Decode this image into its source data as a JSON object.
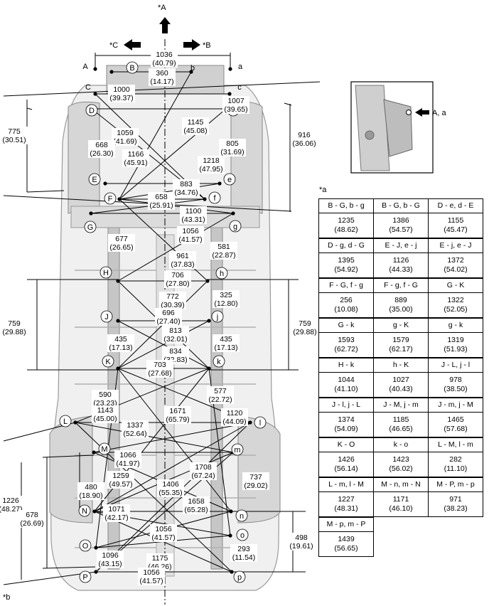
{
  "directions": {
    "a": "*A",
    "b": "*B",
    "c": "*C"
  },
  "callouts": {
    "top_a": "*a",
    "bottom_b": "*b",
    "inset_label": "A, a"
  },
  "points": [
    "A",
    "a",
    "B",
    "b",
    "C",
    "c",
    "D",
    "d",
    "E",
    "e",
    "F",
    "f",
    "G",
    "g",
    "H",
    "h",
    "J",
    "j",
    "K",
    "k",
    "L",
    "l",
    "M",
    "m",
    "N",
    "n",
    "O",
    "o",
    "P",
    "p"
  ],
  "measurements": [
    {
      "v": "1036",
      "i": "(40.79)"
    },
    {
      "v": "360",
      "i": "(14.17)"
    },
    {
      "v": "1000",
      "i": "(39.37)"
    },
    {
      "v": "1007",
      "i": "(39.65)"
    },
    {
      "v": "775",
      "i": "(30.51)"
    },
    {
      "v": "916",
      "i": "(36.06)"
    },
    {
      "v": "1145",
      "i": "(45.08)"
    },
    {
      "v": "1059",
      "i": "(41.69)"
    },
    {
      "v": "668",
      "i": "(26.30)"
    },
    {
      "v": "805",
      "i": "(31.69)"
    },
    {
      "v": "1166",
      "i": "(45.91)"
    },
    {
      "v": "1218",
      "i": "(47.95)"
    },
    {
      "v": "883",
      "i": "(34.76)"
    },
    {
      "v": "658",
      "i": "(25.91)"
    },
    {
      "v": "1100",
      "i": "(43.31)"
    },
    {
      "v": "1056",
      "i": "(41.57)"
    },
    {
      "v": "581",
      "i": "(22.87)"
    },
    {
      "v": "677",
      "i": "(26.65)"
    },
    {
      "v": "961",
      "i": "(37.83)"
    },
    {
      "v": "706",
      "i": "(27.80)"
    },
    {
      "v": "772",
      "i": "(30.39)"
    },
    {
      "v": "325",
      "i": "(12.80)"
    },
    {
      "v": "759",
      "i": "(29.88)"
    },
    {
      "v": "759",
      "i": "(29.88)"
    },
    {
      "v": "696",
      "i": "(27.40)"
    },
    {
      "v": "813",
      "i": "(32.01)"
    },
    {
      "v": "435",
      "i": "(17.13)"
    },
    {
      "v": "435",
      "i": "(17.13)"
    },
    {
      "v": "834",
      "i": "(32.83)"
    },
    {
      "v": "703",
      "i": "(27.68)"
    },
    {
      "v": "590",
      "i": "(23.23)"
    },
    {
      "v": "577",
      "i": "(22.72)"
    },
    {
      "v": "1143",
      "i": "(45.00)"
    },
    {
      "v": "1671",
      "i": "(65.79)"
    },
    {
      "v": "1120",
      "i": "(44.09)"
    },
    {
      "v": "1337",
      "i": "(52.64)"
    },
    {
      "v": "1066",
      "i": "(41.97)"
    },
    {
      "v": "1259",
      "i": "(49.57)"
    },
    {
      "v": "1406",
      "i": "(55.35)"
    },
    {
      "v": "1708",
      "i": "(67.24)"
    },
    {
      "v": "737",
      "i": "(29.02)"
    },
    {
      "v": "480",
      "i": "(18.90)"
    },
    {
      "v": "1226",
      "i": "(48.27)"
    },
    {
      "v": "678",
      "i": "(26.69)"
    },
    {
      "v": "1658",
      "i": "(65.28)"
    },
    {
      "v": "1071",
      "i": "(42.17)"
    },
    {
      "v": "498",
      "i": "(19.61)"
    },
    {
      "v": "1056",
      "i": "(41.57)"
    },
    {
      "v": "1096",
      "i": "(43.15)"
    },
    {
      "v": "1175",
      "i": "(46.26)"
    },
    {
      "v": "293",
      "i": "(11.54)"
    },
    {
      "v": "1056",
      "i": "(41.57)"
    }
  ],
  "table": [
    [
      [
        "B - G, b - g",
        "1235",
        "(48.62)"
      ],
      [
        "B - G, b - G",
        "1386",
        "(54.57)"
      ],
      [
        "D - e, d - E",
        "1155",
        "(45.47)"
      ]
    ],
    [
      [
        "D - g, d - G",
        "1395",
        "(54.92)"
      ],
      [
        "E - J, e - j",
        "1126",
        "(44.33)"
      ],
      [
        "E - j, e - J",
        "1372",
        "(54.02)"
      ]
    ],
    [
      [
        "F - G, f - g",
        "256",
        "(10.08)"
      ],
      [
        "F - g, f - G",
        "889",
        "(35.00)"
      ],
      [
        "G - K",
        "1322",
        "(52.05)"
      ]
    ],
    [
      [
        "G - k",
        "1593",
        "(62.72)"
      ],
      [
        "g - K",
        "1579",
        "(62.17)"
      ],
      [
        "g - k",
        "1319",
        "(51.93)"
      ]
    ],
    [
      [
        "H - k",
        "1044",
        "(41.10)"
      ],
      [
        "h - K",
        "1027",
        "(40.43)"
      ],
      [
        "J - L, j - l",
        "978",
        "(38.50)"
      ]
    ],
    [
      [
        "J - l, j - L",
        "1374",
        "(54.09)"
      ],
      [
        "J - M, j - m",
        "1185",
        "(46.65)"
      ],
      [
        "J - m, j - M",
        "1465",
        "(57.68)"
      ]
    ],
    [
      [
        "K - O",
        "1426",
        "(56.14)"
      ],
      [
        "k - o",
        "1423",
        "(56.02)"
      ],
      [
        "L - M, l - m",
        "282",
        "(11.10)"
      ]
    ],
    [
      [
        "L - m, l - M",
        "1227",
        "(48.31)"
      ],
      [
        "M - n, m - N",
        "1171",
        "(46.10)"
      ],
      [
        "M - P, m - p",
        "971",
        "(38.23)"
      ]
    ],
    [
      [
        "M - p, m - P",
        "1439",
        "(56.65)"
      ]
    ]
  ]
}
